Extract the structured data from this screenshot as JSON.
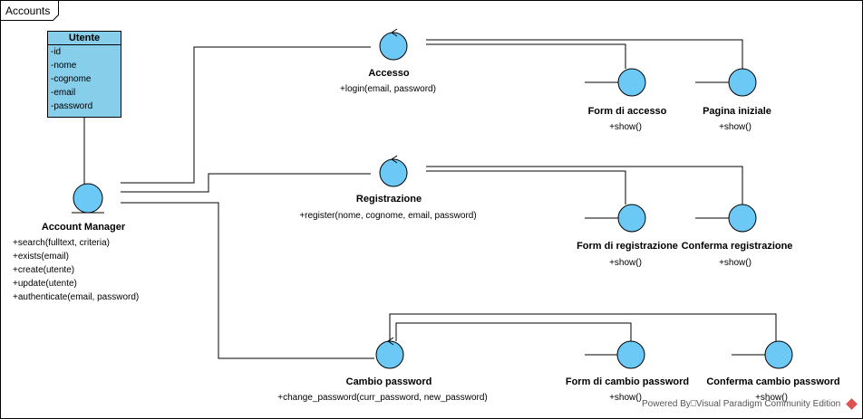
{
  "frame": {
    "title": "Accounts"
  },
  "entity": {
    "name": "Utente",
    "attributes": [
      "-id",
      "-nome",
      "-cognome",
      "-email",
      "-password"
    ]
  },
  "controls": {
    "account_manager": {
      "name": "Account Manager",
      "operations": [
        "+search(fulltext, criteria)",
        "+exists(email)",
        "+create(utente)",
        "+update(utente)",
        "+authenticate(email, password)"
      ]
    },
    "accesso": {
      "name": "Accesso",
      "operation": "+login(email, password)"
    },
    "registrazione": {
      "name": "Registrazione",
      "operation": "+register(nome, cognome, email, password)"
    },
    "cambio_password": {
      "name": "Cambio password",
      "operation": "+change_password(curr_password, new_password)"
    }
  },
  "boundaries": {
    "form_accesso": {
      "name": "Form di accesso",
      "operation": "+show()"
    },
    "pagina_iniziale": {
      "name": "Pagina iniziale",
      "operation": "+show()"
    },
    "form_registrazione": {
      "name": "Form di registrazione",
      "operation": "+show()"
    },
    "conferma_registrazione": {
      "name": "Conferma registrazione",
      "operation": "+show()"
    },
    "form_cambio_password": {
      "name": "Form di cambio password",
      "operation": "+show()"
    },
    "conferma_cambio_password": {
      "name": "Conferma cambio password",
      "operation": "+show()"
    }
  },
  "watermark": "Powered By⎕Visual Paradigm Community Edition",
  "colors": {
    "fill": "#87CEEB",
    "stroke": "#000000",
    "watermark_icon": "#e05050"
  }
}
